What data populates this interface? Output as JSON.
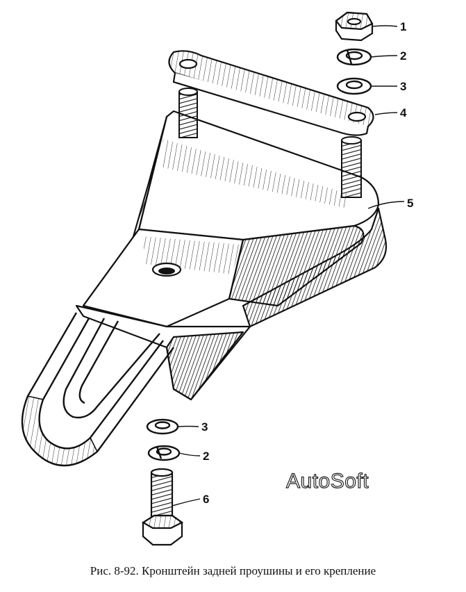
{
  "figure": {
    "caption": "Рис. 8-92. Кронштейн задней проушины и его крепление",
    "watermark": "AutoSoft"
  },
  "callouts": {
    "c1": "1",
    "c2_top": "2",
    "c3_top": "3",
    "c4": "4",
    "c5": "5",
    "c3_bottom": "3",
    "c2_bottom": "2",
    "c6": "6"
  },
  "colors": {
    "ink": "#111111",
    "paper": "#ffffff"
  }
}
